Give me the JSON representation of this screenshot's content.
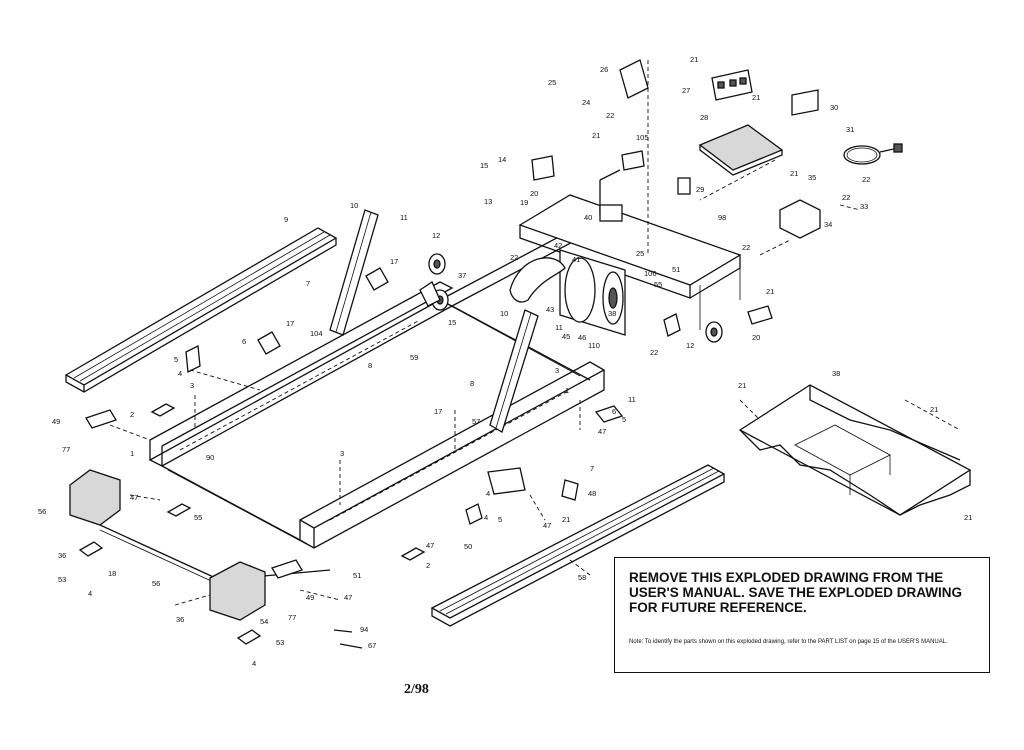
{
  "notice": {
    "title": "REMOVE THIS EXPLODED DRAWING FROM THE USER'S MANUAL. SAVE THE EXPLODED DRAWING FOR FUTURE REFERENCE.",
    "note": "Note: To identify the parts shown on this exploded drawing, refer to the PART LIST on page 15 of the USER'S MANUAL."
  },
  "date_code": "2/98",
  "callouts": [
    "25",
    "26",
    "24",
    "22",
    "21",
    "27",
    "21",
    "30",
    "28",
    "31",
    "22",
    "21",
    "105",
    "15",
    "14",
    "13",
    "20",
    "19",
    "29",
    "21",
    "35",
    "22",
    "33",
    "34",
    "10",
    "11",
    "12",
    "98",
    "22",
    "17",
    "7",
    "37",
    "42",
    "41",
    "40",
    "25",
    "106",
    "51",
    "55",
    "22",
    "21",
    "9",
    "104",
    "5",
    "6",
    "17",
    "8",
    "59",
    "15",
    "38",
    "43",
    "11",
    "45",
    "46",
    "110",
    "12",
    "20",
    "22",
    "1",
    "3",
    "2",
    "49",
    "77",
    "17",
    "8",
    "90",
    "3",
    "4",
    "47",
    "55",
    "47",
    "56",
    "36",
    "53",
    "18",
    "4",
    "56",
    "36",
    "54",
    "53",
    "4",
    "49",
    "77",
    "47",
    "94",
    "67",
    "58",
    "21",
    "38",
    "21",
    "21",
    "47",
    "6",
    "5",
    "48",
    "21",
    "47",
    "50",
    "4",
    "5",
    "4",
    "7",
    "10",
    "11",
    "3",
    "1",
    "57",
    "51",
    "2"
  ]
}
